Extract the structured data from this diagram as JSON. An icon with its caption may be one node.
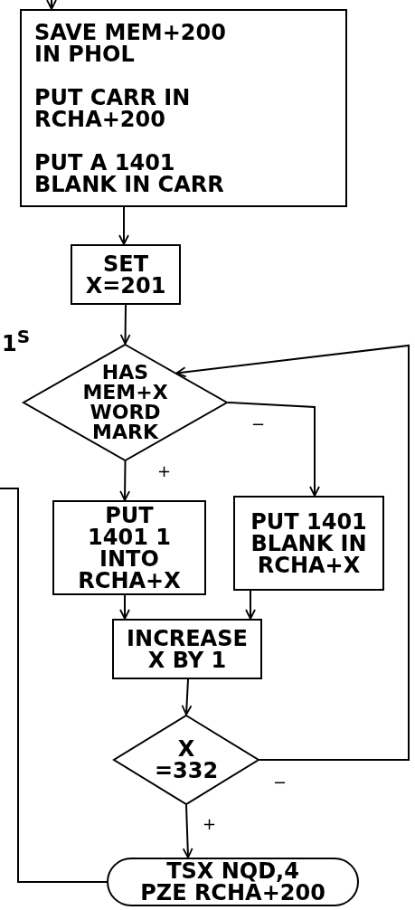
{
  "diagram": {
    "nodes": [
      {
        "text": [
          "SAVE MEM+200 IN PHOL",
          "PUT CARR IN RCHA+200",
          "PUT A 1401 BLANK IN CARR"
        ]
      },
      {
        "text": [
          "SET X=201"
        ]
      },
      {
        "text": [
          "HAS MEM+X WORD MARK"
        ]
      },
      {
        "text": [
          "PUT 1401 1 INTO RCHA+X"
        ]
      },
      {
        "text": [
          "PUT 1401 BLANK IN RCHA+X"
        ]
      },
      {
        "text": [
          "INCREASE X BY 1"
        ]
      },
      {
        "text": [
          "X =332"
        ]
      },
      {
        "text": [
          "TSX NQD,4 PZE RCHA+200"
        ]
      }
    ],
    "edges": [
      {
        "from": null,
        "to": 0,
        "arrow": "to"
      },
      {
        "from": 0,
        "to": 1,
        "arrow": "to"
      },
      {
        "from": 1,
        "to": 2,
        "arrow": "to"
      },
      {
        "from": 2,
        "to": 3,
        "arrow": "to",
        "label": "+"
      },
      {
        "from": 2,
        "to": 4,
        "arrow": "to",
        "label": "−"
      },
      {
        "from": 3,
        "to": 5,
        "arrow": "to"
      },
      {
        "from": 4,
        "to": 5,
        "arrow": "to"
      },
      {
        "from": 5,
        "to": 6,
        "arrow": "to"
      },
      {
        "from": 6,
        "to": 2,
        "arrow": "to",
        "label": "−"
      },
      {
        "from": 6,
        "to": 7,
        "arrow": "to",
        "label": "+"
      },
      {
        "from": 7,
        "to": null,
        "arrow": "none"
      }
    ],
    "labels": [
      "1$^{S}$"
    ]
  }
}
